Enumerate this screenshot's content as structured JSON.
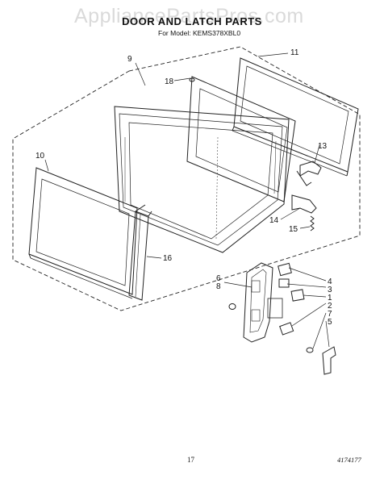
{
  "watermark": "AppliancePartsPros.com",
  "header": {
    "title": "DOOR AND LATCH PARTS",
    "model_line": "For Model: KEMS378XBL0"
  },
  "callouts": [
    "9",
    "11",
    "18",
    "10",
    "13",
    "14",
    "15",
    "16",
    "6",
    "8",
    "4",
    "3",
    "1",
    "2",
    "7",
    "5"
  ],
  "footer": {
    "page_number": "17",
    "doc_code": "4174177"
  }
}
